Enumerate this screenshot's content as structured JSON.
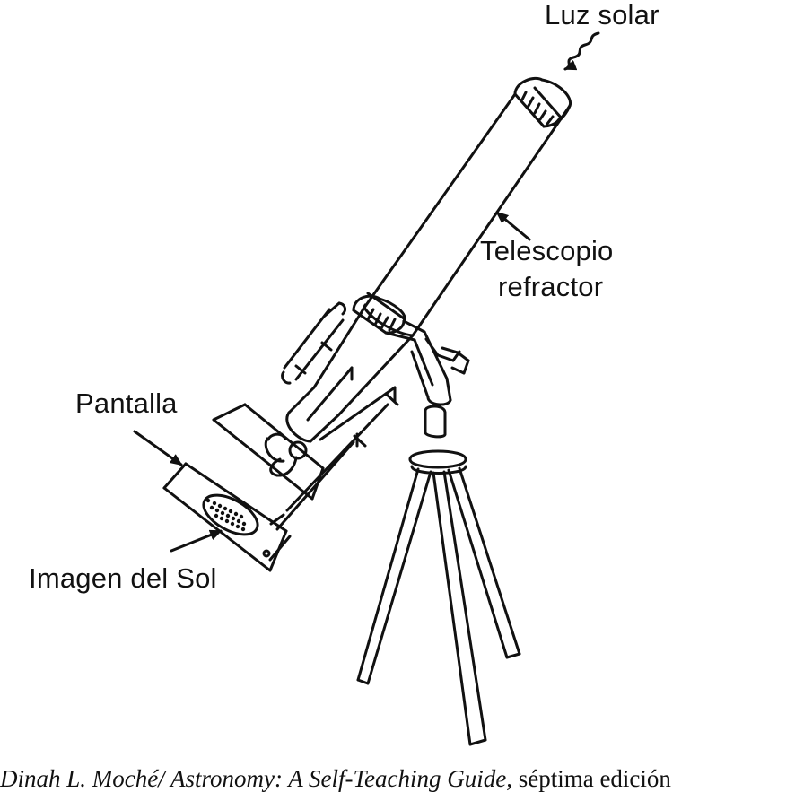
{
  "diagram": {
    "labels": {
      "sunlight": "Luz solar",
      "telescope_line1": "Telescopio",
      "telescope_line2": "refractor",
      "screen": "Pantalla",
      "sun_image": "Imagen del Sol"
    },
    "caption": {
      "italic_part": "Dinah L. Moché/ Astronomy: A Self-Teaching Guide,",
      "plain_part": " séptima edición"
    },
    "colors": {
      "line": "#111111",
      "background": "#ffffff"
    },
    "icons": [
      "telescope-icon",
      "tripod-icon",
      "screen-icon",
      "arrow-icon",
      "wavy-light-icon"
    ]
  }
}
